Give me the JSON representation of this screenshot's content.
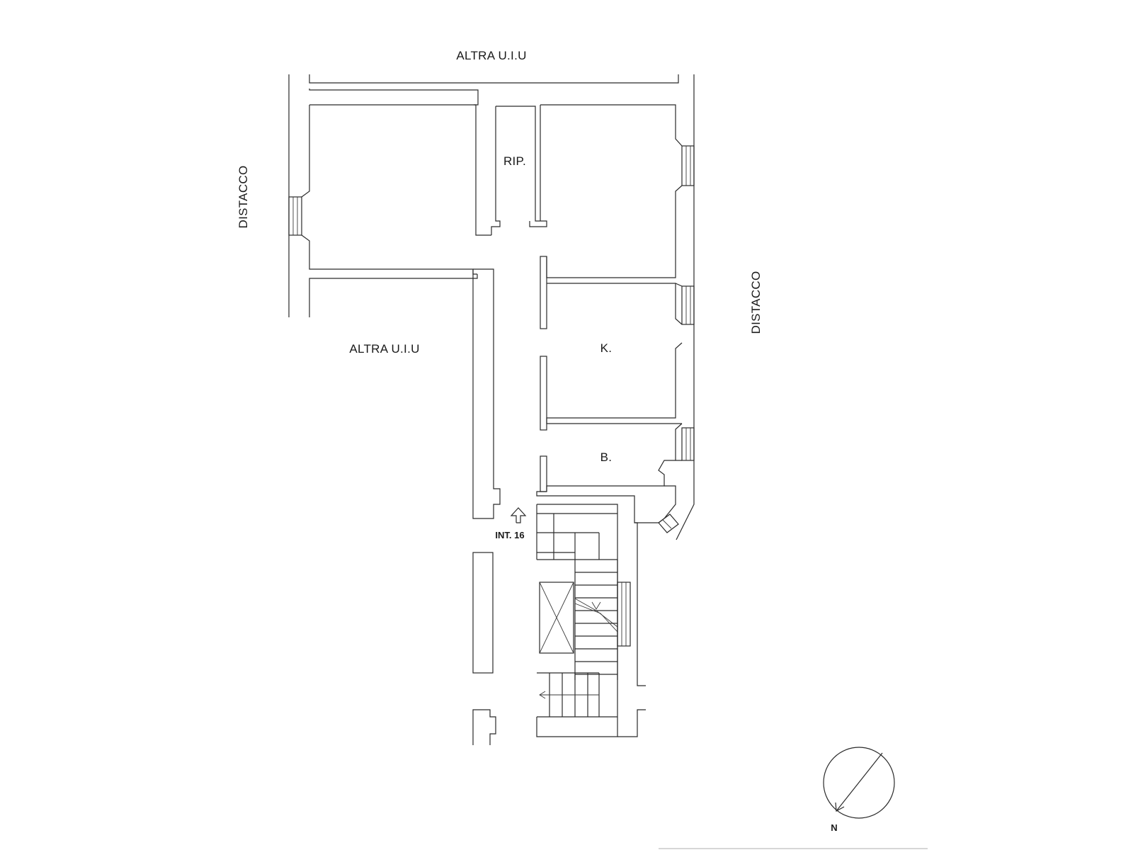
{
  "labels": {
    "top_neighbor": "ALTRA U.I.U",
    "left_neighbor": "ALTRA U.I.U",
    "left_side": "DISTACCO",
    "right_side": "DISTACCO",
    "storage_room": "RIP.",
    "kitchen": "K.",
    "bathroom": "B.",
    "entrance": "INT. 16",
    "north": "N"
  }
}
